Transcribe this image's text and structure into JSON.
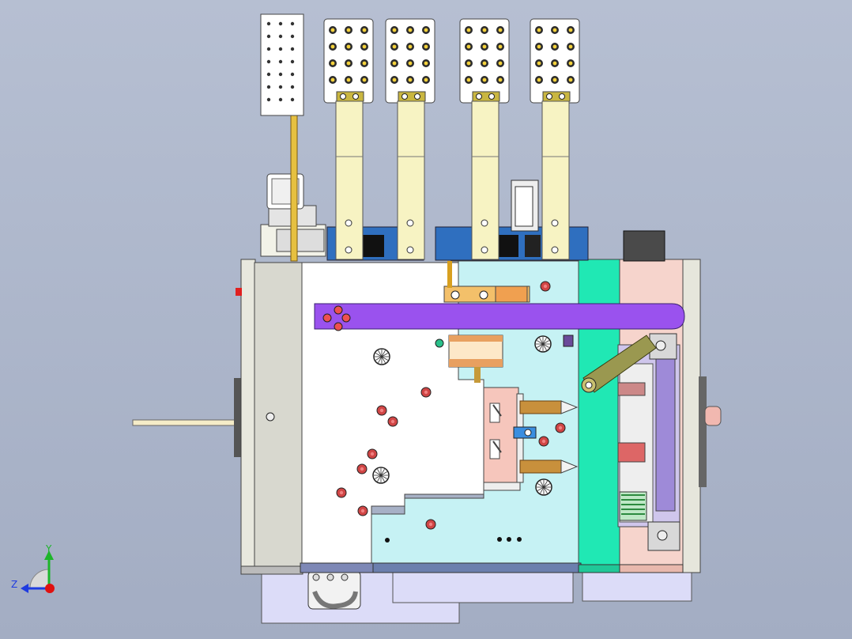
{
  "viewport": {
    "background_top": "#b6bfd2",
    "background_bottom": "#a3adc3"
  },
  "triad": {
    "y_label": "Y",
    "z_label": "Z",
    "y_color": "#1db52a",
    "z_color": "#1f3ce0",
    "x_color": "#e01010"
  },
  "model": {
    "colors": {
      "terminal_plate": "#ffffff",
      "conductor_bar": "#f7f3c3",
      "blue_body": "#2f6fbf",
      "left_frame": "#d8d8cf",
      "white_plate": "#ffffff",
      "cyan_plate": "#c6f2f4",
      "green_plate": "#20e8b4",
      "pink_plate": "#f6d4cc",
      "purple_lever": "#9a52ee",
      "lavender_base": "#dcdcf8",
      "olive_link": "#9a9850",
      "red_pin": "#d04545",
      "copper_rod": "#c8903c",
      "dark_block": "#4a4a4a",
      "spring": "#59b86a"
    },
    "terminal_count": 4,
    "aux_terminal_block": "present"
  }
}
